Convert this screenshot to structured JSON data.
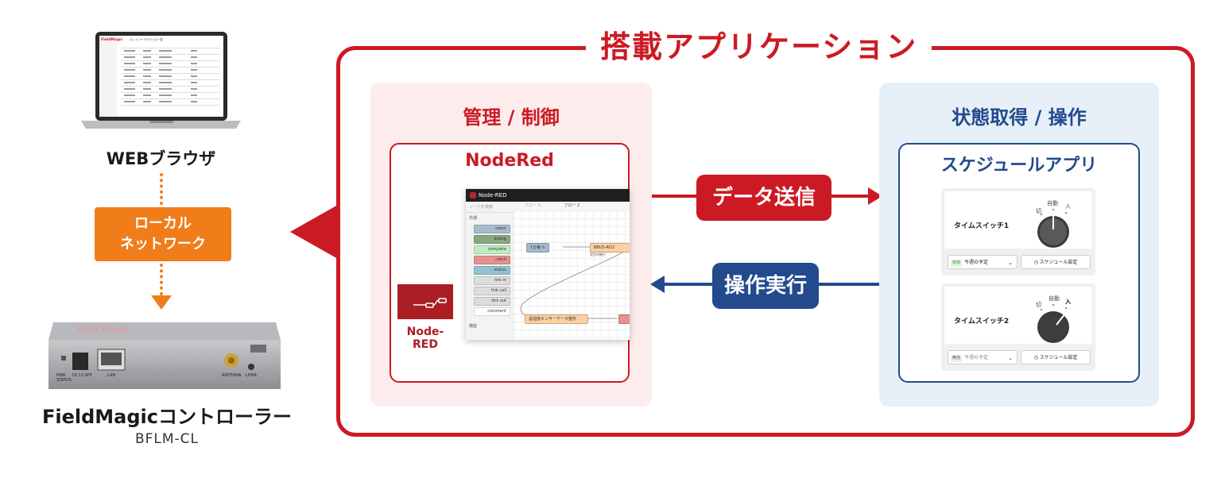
{
  "frame": {
    "title": "搭載アプリケーション"
  },
  "left": {
    "browser_label": "WEBブラウザ",
    "network_line1": "ローカル",
    "network_line2": "ネットワーク",
    "device_label": "FieldMagicコントローラー",
    "device_model": "BFLM-CL",
    "device_ports": {
      "pwr": "PWR",
      "status": "STATUS",
      "sfp": "OC12-SFP",
      "lan": "LAN",
      "antenna": "ANTENNA",
      "lpwa": "LPWA"
    },
    "laptop_app": "FieldMagic",
    "laptop_header": "ネットワークデバイス一覧"
  },
  "manage": {
    "title": "管理 / 制御",
    "app_title": "NodeRed",
    "logo_text": "Node-RED",
    "window_title": "Node-RED",
    "search_placeholder": "ノードを検索",
    "tab1": "フロー 1",
    "tab2": "フロー 2",
    "cat_common": "共通",
    "cat_function": "機能",
    "palette": [
      "inject",
      "debug",
      "complete",
      "catch",
      "status",
      "link in",
      "link call",
      "link out",
      "comment"
    ],
    "flow_nodes": [
      "1分毎 ↻",
      "BBUS-RD2",
      "温湿度センサーデータ整形"
    ],
    "flow_status": "受信待機中"
  },
  "arrows": {
    "send": "データ送信",
    "exec": "操作実行"
  },
  "state": {
    "title": "状態取得 / 操作",
    "app_title": "スケジュールアプリ",
    "cards": [
      {
        "name": "タイムスイッチ1",
        "tag": "有効",
        "select": "今週の予定",
        "button": "スケジュール設定",
        "lbl_off": "切",
        "lbl_auto": "自動",
        "lbl_on": "入"
      },
      {
        "name": "タイムスイッチ2",
        "tag": "無効",
        "select": "今週の予定",
        "button": "スケジュール設定",
        "lbl_off": "切",
        "lbl_auto": "自動",
        "lbl_on": "入"
      }
    ]
  },
  "colors": {
    "red": "#cc1a24",
    "blue": "#234a8c",
    "orange": "#f07d1a"
  }
}
